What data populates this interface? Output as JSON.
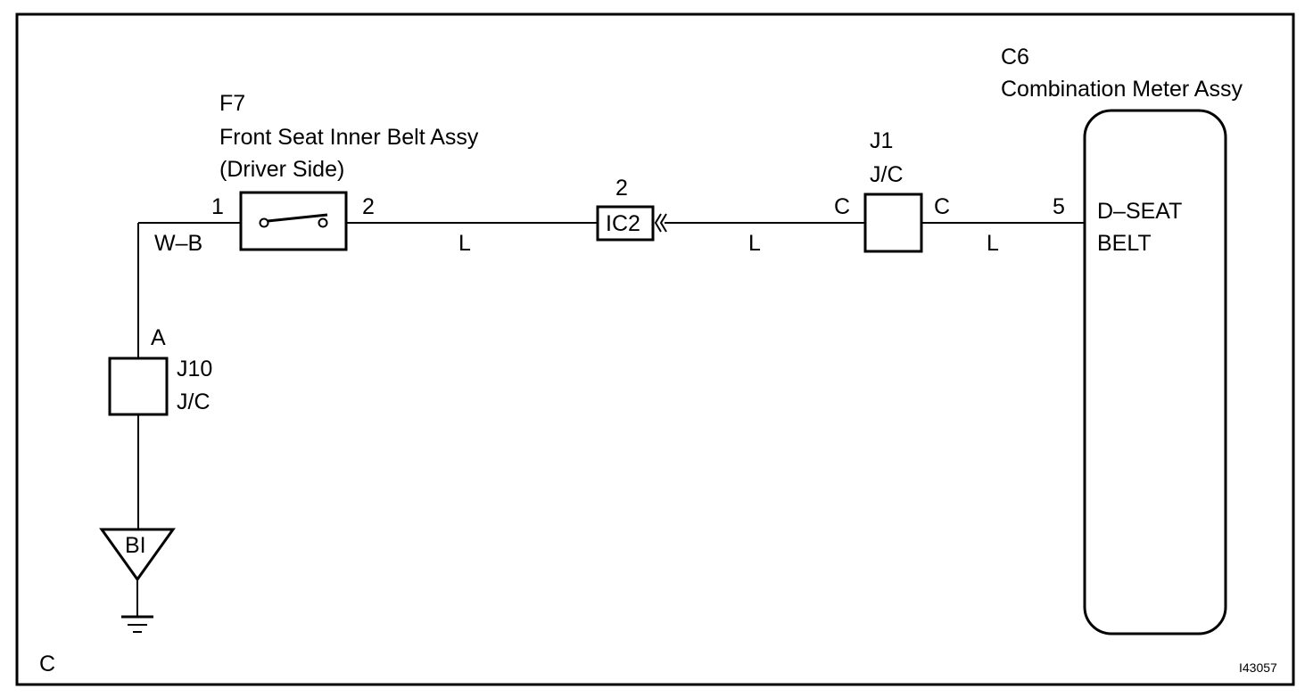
{
  "frame_corner_label": "C",
  "figure_id": "I43057",
  "switch_f7": {
    "code": "F7",
    "name": "Front Seat Inner Belt Assy",
    "side": "(Driver Side)",
    "pin_left": "1",
    "pin_right": "2"
  },
  "connector_ic2": {
    "pin": "2",
    "label": "IC2"
  },
  "junction_j1": {
    "code": "J1",
    "type": "J/C",
    "pin_left": "C",
    "pin_right": "C"
  },
  "junction_j10": {
    "pin": "A",
    "code": "J10",
    "type": "J/C"
  },
  "ground": {
    "label": "BI"
  },
  "meter_c6": {
    "code": "C6",
    "name": "Combination Meter Assy",
    "pin": "5",
    "signal_line1": "D–SEAT",
    "signal_line2": "BELT"
  },
  "wires": {
    "w_b": "W–B",
    "l_1": "L",
    "l_2": "L",
    "l_3": "L"
  }
}
